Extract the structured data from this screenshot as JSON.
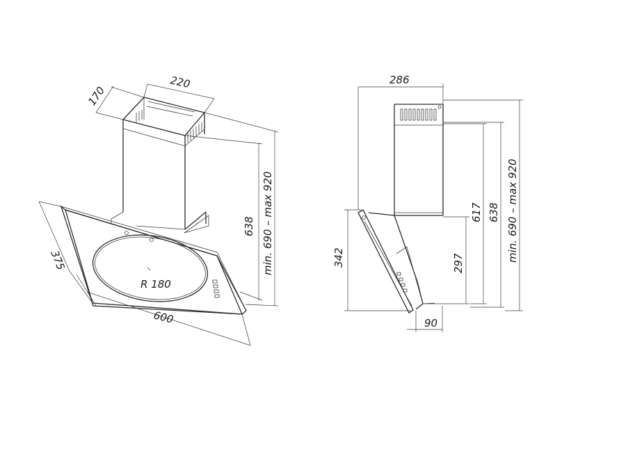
{
  "front_view": {
    "labels": {
      "width_top": "220",
      "depth_top": "170",
      "height_fixed": "638",
      "height_range": "min. 690 – max 920",
      "panel_depth": "375",
      "panel_width": "600",
      "radius": "R 180"
    }
  },
  "side_view": {
    "labels": {
      "top_width": "286",
      "panel_height": "342",
      "lower_height": "297",
      "chimney_height": "617",
      "height_fixed": "638",
      "height_range": "min. 690 – max 920",
      "bottom_offset": "90"
    }
  },
  "colors": {
    "line": "#2a2a2a",
    "background": "#ffffff"
  }
}
